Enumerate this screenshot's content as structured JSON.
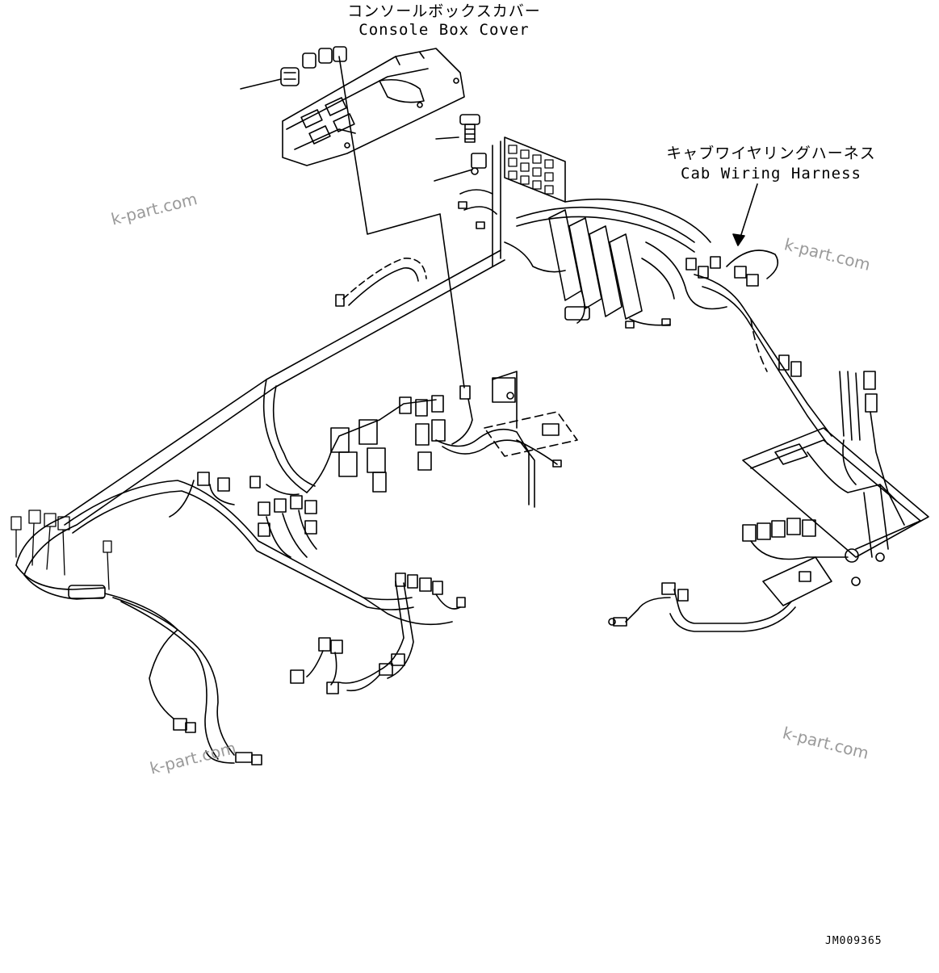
{
  "labels": {
    "console_box_cover_jp": "コンソールボックスカバー",
    "console_box_cover_en": "Console Box Cover",
    "cab_wiring_harness_jp": "キャブワイヤリングハーネス",
    "cab_wiring_harness_en": "Cab Wiring Harness"
  },
  "watermarks": [
    "k-part.com",
    "k-part.com",
    "k-part.com",
    "k-part.com"
  ],
  "document_id": "JM009365",
  "colors": {
    "line": "#000000",
    "watermark": "#9a9a9a",
    "background": "#ffffff"
  }
}
